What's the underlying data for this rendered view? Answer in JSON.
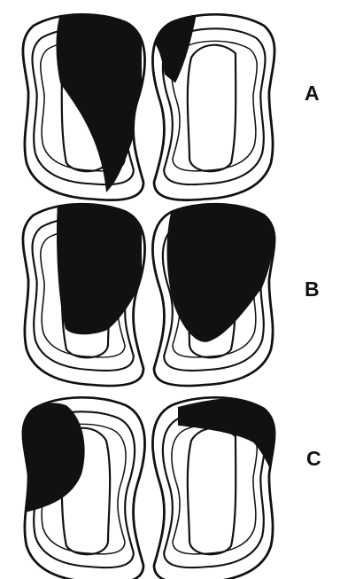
{
  "figure": {
    "labels": [
      "A",
      "B",
      "C"
    ]
  },
  "colors": {
    "ink": "#111111",
    "background": "#ffffff"
  }
}
